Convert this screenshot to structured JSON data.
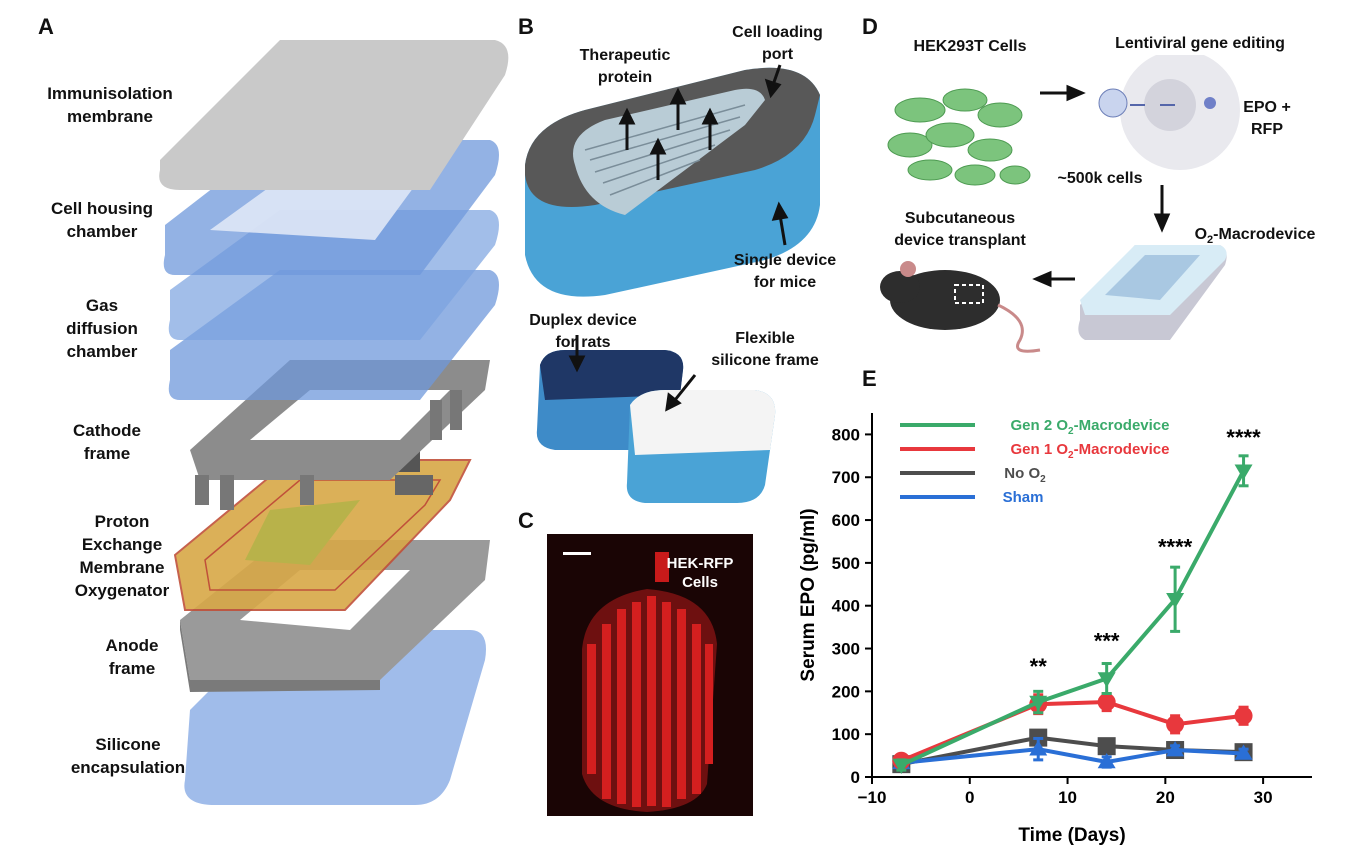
{
  "panels": {
    "a": "A",
    "b": "B",
    "c": "C",
    "d": "D",
    "e": "E"
  },
  "panel_a": {
    "layers": [
      {
        "l1": "Immunisolation",
        "l2": "membrane"
      },
      {
        "l1": "Cell housing",
        "l2": "chamber"
      },
      {
        "l1": "Gas",
        "l2": "diffusion",
        "l3": "chamber"
      },
      {
        "l1": "Cathode",
        "l2": "frame"
      },
      {
        "l1": "Proton",
        "l2": "Exchange",
        "l3": "Membrane",
        "l4": "Oxygenator"
      },
      {
        "l1": "Anode",
        "l2": "frame"
      },
      {
        "l1": "Silicone",
        "l2": "encapsulation"
      }
    ]
  },
  "panel_b": {
    "therapeutic_l1": "Therapeutic",
    "therapeutic_l2": "protein",
    "port_l1": "Cell loading",
    "port_l2": "port",
    "single_l1": "Single device",
    "single_l2": "for mice",
    "duplex_l1": "Duplex device",
    "duplex_l2": "for rats",
    "flex_l1": "Flexible",
    "flex_l2": "silicone frame"
  },
  "panel_c": {
    "label_l1": "HEK-RFP",
    "label_l2": "Cells"
  },
  "panel_d": {
    "cells": "HEK293T Cells",
    "editing": "Lentiviral gene editing",
    "epo_l1": "EPO +",
    "epo_l2": "RFP",
    "count": "~500k cells",
    "macro_o": "O",
    "macro_sub": "2",
    "macro_rest": "-Macrodevice",
    "transplant_l1": "Subcutaneous",
    "transplant_l2": "device transplant"
  },
  "chart_data": {
    "type": "line",
    "xlabel": "Time (Days)",
    "ylabel": "Serum EPO (pg/ml)",
    "xlim": [
      -10,
      35
    ],
    "ylim": [
      0,
      850
    ],
    "xticks": [
      -10,
      0,
      10,
      20,
      30
    ],
    "yticks": [
      0,
      100,
      200,
      300,
      400,
      500,
      600,
      700,
      800
    ],
    "legend_position": "top-left",
    "series": [
      {
        "name": "Gen 2 O2-Macrodevice",
        "color": "#3aaa6a",
        "marker": "tri-down",
        "x": [
          -7,
          7,
          14,
          21,
          28
        ],
        "y": [
          28,
          175,
          230,
          415,
          715
        ],
        "err": [
          12,
          25,
          35,
          75,
          35
        ]
      },
      {
        "name": "Gen 1 O2-Macrodevice",
        "color": "#e8383d",
        "marker": "circle",
        "x": [
          -7,
          7,
          14,
          21,
          28
        ],
        "y": [
          38,
          170,
          175,
          123,
          143
        ],
        "err": [
          8,
          22,
          20,
          20,
          20
        ]
      },
      {
        "name": "No O2",
        "color": "#4d4d4d",
        "marker": "square",
        "x": [
          -7,
          7,
          14,
          21,
          28
        ],
        "y": [
          30,
          92,
          72,
          63,
          58
        ],
        "err": [
          8,
          15,
          10,
          10,
          8
        ]
      },
      {
        "name": "Sham",
        "color": "#2a6fd6",
        "marker": "tri-up",
        "x": [
          -7,
          7,
          14,
          21,
          28
        ],
        "y": [
          33,
          65,
          35,
          63,
          55
        ],
        "err": [
          8,
          25,
          12,
          10,
          10
        ]
      }
    ],
    "legend": [
      {
        "pre": "Gen 2 O",
        "sub": "2",
        "post": "-Macrodevice"
      },
      {
        "pre": "Gen 1 O",
        "sub": "2",
        "post": "-Macrodevice"
      },
      {
        "pre": "No O",
        "sub": "2",
        "post": ""
      },
      {
        "pre": "Sham",
        "sub": "",
        "post": ""
      }
    ],
    "annotations": [
      {
        "x": 7,
        "y": 240,
        "text": "**"
      },
      {
        "x": 14,
        "y": 300,
        "text": "***"
      },
      {
        "x": 21,
        "y": 520,
        "text": "****"
      },
      {
        "x": 28,
        "y": 775,
        "text": "****"
      }
    ]
  }
}
